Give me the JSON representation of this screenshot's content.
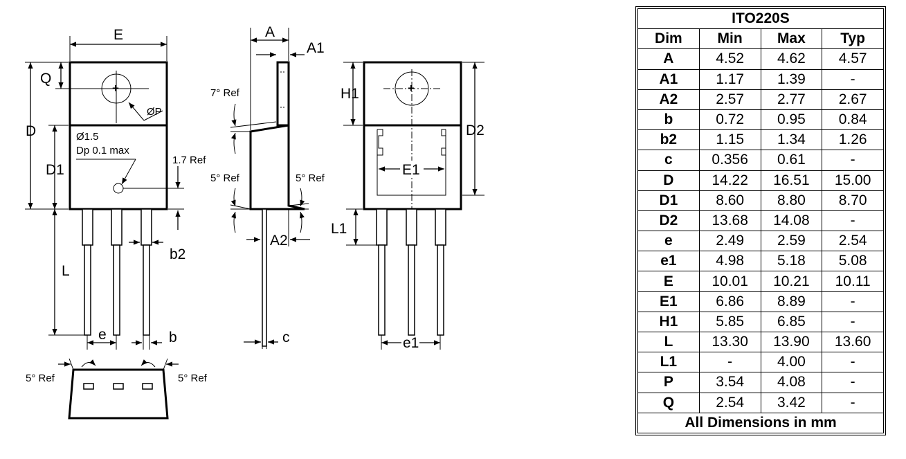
{
  "drawing": {
    "labels": {
      "E": "E",
      "A": "A",
      "A1": "A1",
      "Q": "Q",
      "D": "D",
      "D1": "D1",
      "P": "ØP",
      "hole": "Ø1.5",
      "dp": "Dp 0.1 max",
      "ref17": "1.7 Ref",
      "ref7": "7° Ref",
      "ref5_left": "5° Ref",
      "ref5_right": "5° Ref",
      "A2": "A2",
      "c": "c",
      "b2": "b2",
      "L": "L",
      "e": "e",
      "b": "b",
      "H1": "H1",
      "D2": "D2",
      "E1": "E1",
      "L1": "L1",
      "e1": "e1",
      "ref5_bottom_left": "5° Ref",
      "ref5_bottom_right": "5° Ref"
    }
  },
  "table": {
    "title": "ITO220S",
    "headers": [
      "Dim",
      "Min",
      "Max",
      "Typ"
    ],
    "rows": [
      [
        "A",
        "4.52",
        "4.62",
        "4.57"
      ],
      [
        "A1",
        "1.17",
        "1.39",
        "-"
      ],
      [
        "A2",
        "2.57",
        "2.77",
        "2.67"
      ],
      [
        "b",
        "0.72",
        "0.95",
        "0.84"
      ],
      [
        "b2",
        "1.15",
        "1.34",
        "1.26"
      ],
      [
        "c",
        "0.356",
        "0.61",
        "-"
      ],
      [
        "D",
        "14.22",
        "16.51",
        "15.00"
      ],
      [
        "D1",
        "8.60",
        "8.80",
        "8.70"
      ],
      [
        "D2",
        "13.68",
        "14.08",
        "-"
      ],
      [
        "e",
        "2.49",
        "2.59",
        "2.54"
      ],
      [
        "e1",
        "4.98",
        "5.18",
        "5.08"
      ],
      [
        "E",
        "10.01",
        "10.21",
        "10.11"
      ],
      [
        "E1",
        "6.86",
        "8.89",
        "-"
      ],
      [
        "H1",
        "5.85",
        "6.85",
        "-"
      ],
      [
        "L",
        "13.30",
        "13.90",
        "13.60"
      ],
      [
        "L1",
        "-",
        "4.00",
        "-"
      ],
      [
        "P",
        "3.54",
        "4.08",
        "-"
      ],
      [
        "Q",
        "2.54",
        "3.42",
        "-"
      ]
    ],
    "footer": "All Dimensions in mm"
  }
}
